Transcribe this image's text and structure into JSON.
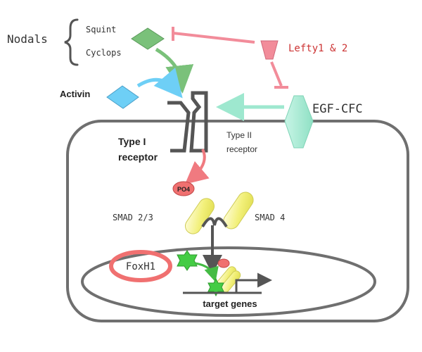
{
  "labels": {
    "nodals": "Nodals",
    "squint": "Squint",
    "cyclops": "Cyclops",
    "lefty": "Lefty1 & 2",
    "activin": "Activin",
    "egf_cfc": "EGF-CFC",
    "type1_line1": "Type I",
    "type1_line2": "receptor",
    "type2_line1": "Type II",
    "type2_line2": "receptor",
    "po4": "PO4",
    "smad23": "SMAD 2/3",
    "smad4": "SMAD 4",
    "foxh1": "FoxH1",
    "target_genes": "target genes"
  },
  "colors": {
    "nodal_ligand": "#7ac17a",
    "activin_ligand": "#6ecff6",
    "lefty": "#f08494",
    "egf_cfc": "#9ee8cf",
    "smad": "#f2f07a",
    "foxh1": "#f07070",
    "cell_outline": "#6f6f6f",
    "receptor_outline": "#555555"
  }
}
